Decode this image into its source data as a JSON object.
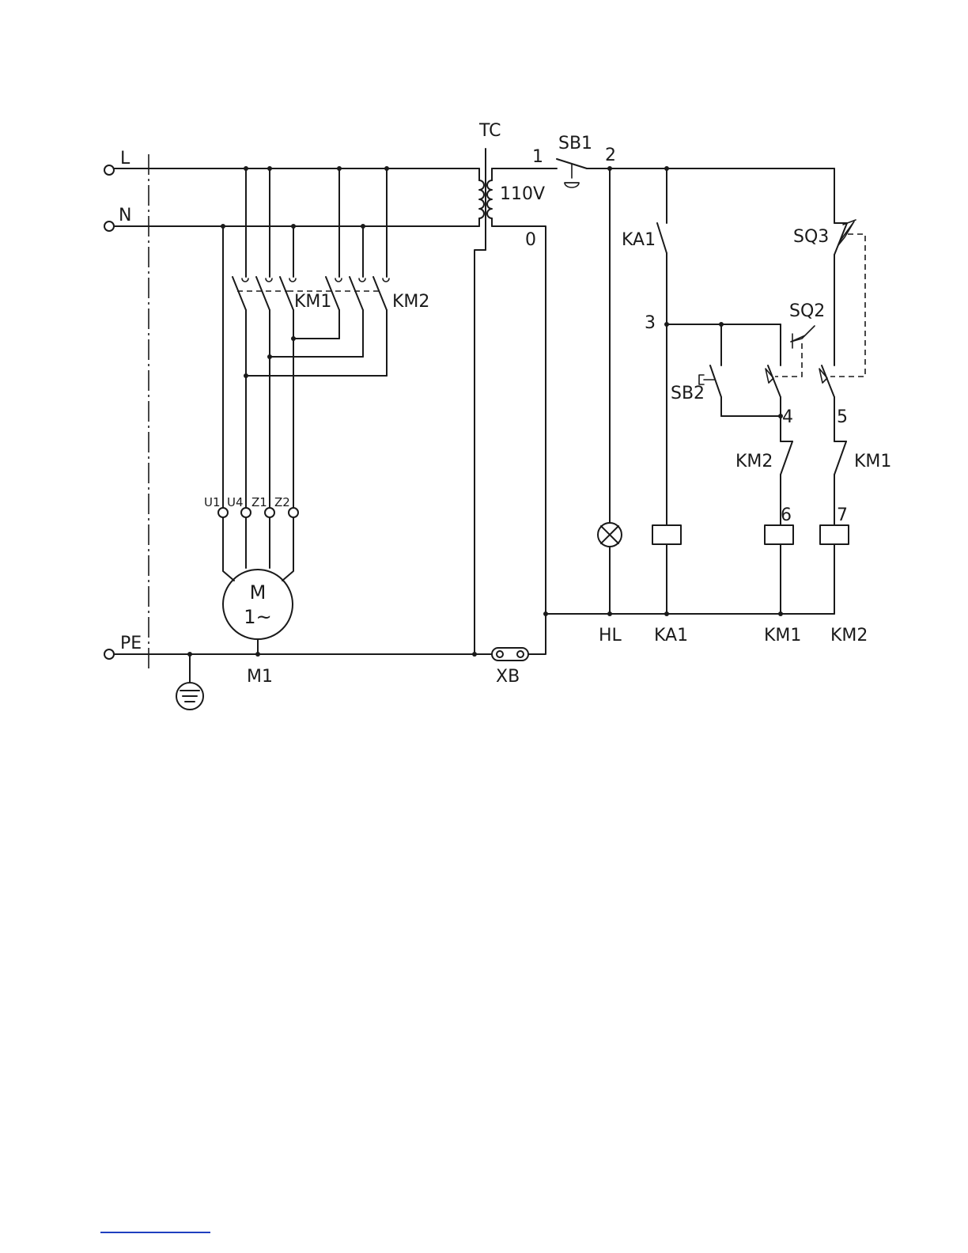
{
  "labels": {
    "L": "L",
    "N": "N",
    "PE": "PE",
    "TC": "TC",
    "voltage": "110V",
    "node_1": "1",
    "node_2": "2",
    "node_0": "0",
    "node_3": "3",
    "node_4": "4",
    "node_5": "5",
    "node_6": "6",
    "node_7": "7",
    "SB1": "SB1",
    "SB2": "SB2",
    "SQ3": "SQ3",
    "SQ2": "SQ2",
    "KA1_contact": "KA1",
    "KM1_main": "KM1",
    "KM2_main": "KM2",
    "KM2_interlock": "KM2",
    "KM1_interlock": "KM1",
    "U1": "U1",
    "U4": "U4",
    "Z1": "Z1",
    "Z2": "Z2",
    "motor_M": "M",
    "motor_phase": "1~",
    "M1": "M1",
    "XB": "XB",
    "HL": "HL",
    "KA1_coil": "KA1",
    "KM1_coil": "KM1",
    "KM2_coil": "KM2"
  }
}
